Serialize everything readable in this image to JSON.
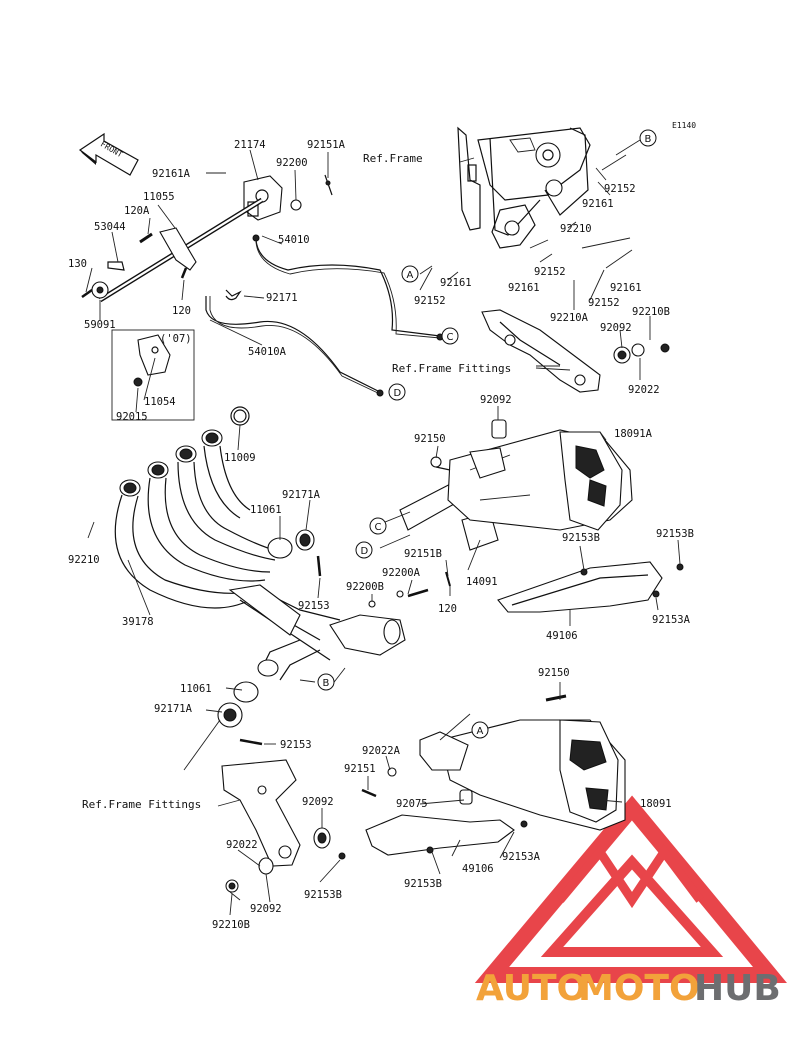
{
  "diagram_code": "E1140",
  "front_marker": "FRONT",
  "ref_labels": {
    "ref_frame": "Ref.Frame",
    "ref_frame_fittings_top": "Ref.Frame Fittings",
    "ref_frame_fittings_bottom": "Ref.Frame Fittings"
  },
  "year_note": "('07)",
  "callout_letters": [
    "A",
    "B",
    "C",
    "D"
  ],
  "part_numbers": {
    "p21174": "21174",
    "p92151A": "92151A",
    "p92161A": "92161A",
    "p92200": "92200",
    "p11055": "11055",
    "p120A_top": "120A",
    "p53044": "53044",
    "p130": "130",
    "p120_top": "120",
    "p59091": "59091",
    "p54010": "54010",
    "p92171_top": "92171",
    "p54010A": "54010A",
    "p11054": "11054",
    "p92015": "92015",
    "p11009": "11009",
    "p92210_left": "92210",
    "p39178": "39178",
    "p11061_top": "11061",
    "p92171A_top": "92171A",
    "p92153_mid": "92153",
    "p92150_top": "92150",
    "p92092_top": "92092",
    "p18091A": "18091A",
    "p92151B": "92151B",
    "p92200A": "92200A",
    "p92200B": "92200B",
    "p120_mid": "120",
    "p14091": "14091",
    "p92153B_a": "92153B",
    "p92153B_b": "92153B",
    "p92153A_top": "92153A",
    "p49106_top": "49106",
    "p92152_1": "92152",
    "p92161_1": "92161",
    "p92210": "92210",
    "p92152_2": "92152",
    "p92161_2": "92161",
    "p92152_3": "92152",
    "p92161_3": "92161",
    "p92152_4": "92152",
    "p92161_4": "92161",
    "p92210A": "92210A",
    "p92210B_top": "92210B",
    "p92092_right": "92092",
    "p92022_right": "92022",
    "p11061_bot": "11061",
    "p92171A_bot": "92171A",
    "p92153_bot": "92153",
    "p92150_bot": "92150",
    "p92022A": "92022A",
    "p92151": "92151",
    "p92092_bot": "92092",
    "p92075": "92075",
    "p18091": "18091",
    "p92153A_bot": "92153A",
    "p49106_bot": "49106",
    "p92153B_bot": "92153B",
    "p92022_bot": "92022",
    "p92092_bot2": "92092",
    "p92210B_bot": "92210B",
    "p92153B_left": "92153B"
  },
  "watermark": {
    "text_part1": "AUTO",
    "text_part2": "MOTO",
    "text_part3": "HUB",
    "color_orange": "#f2a23a",
    "color_red": "#e4252b",
    "color_gray": "#6d6e70"
  }
}
